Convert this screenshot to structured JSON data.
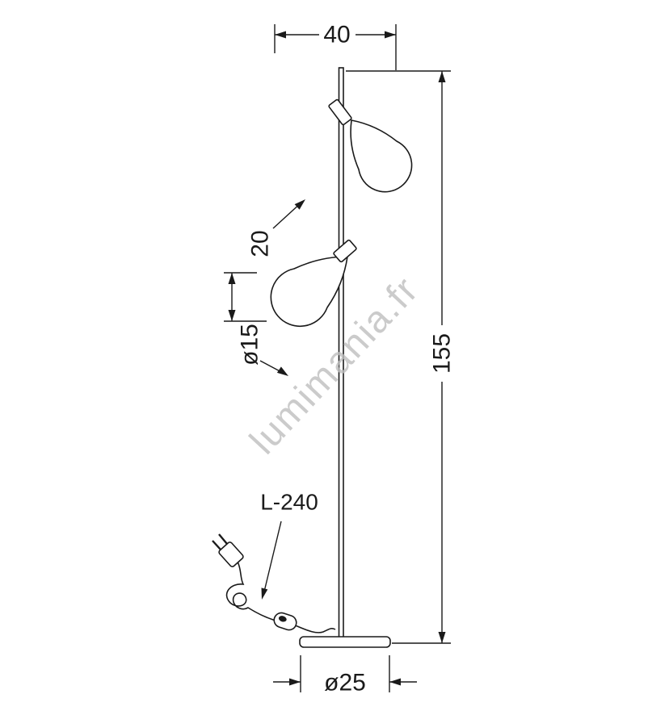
{
  "drawing": {
    "labels": {
      "width": "40",
      "height": "155",
      "head_spacing": "20",
      "shade_diameter": "ø15",
      "cord_length": "L-240",
      "base_diameter": "ø25"
    },
    "watermark": "lumimania.fr",
    "colors": {
      "line": "#1a1a1a",
      "watermark": "#bfbfbf",
      "background": "#ffffff"
    }
  }
}
